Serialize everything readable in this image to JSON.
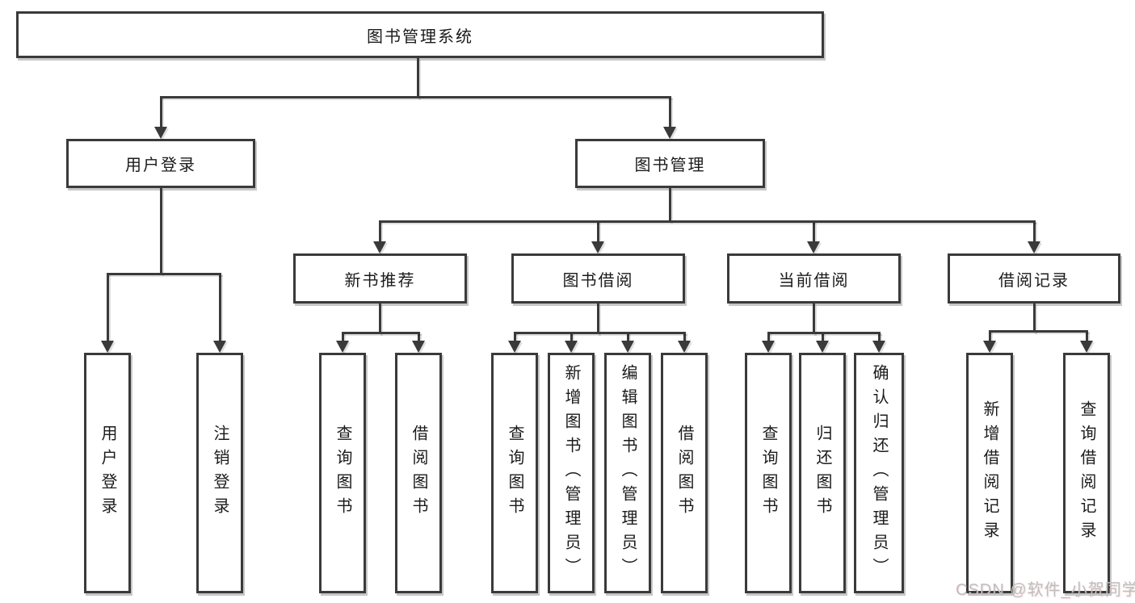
{
  "diagram": {
    "type": "hierarchy-tree",
    "tree": {
      "root": "图书管理系统",
      "children": [
        {
          "label": "用户登录",
          "children": [
            "用户登录",
            "注销登录"
          ]
        },
        {
          "label": "图书管理",
          "children": [
            {
              "label": "新书推荐",
              "children": [
                "查询图书",
                "借阅图书"
              ]
            },
            {
              "label": "图书借阅",
              "children": [
                "查询图书",
                "新增图书（管理员）",
                "编辑图书（管理员）",
                "借阅图书"
              ]
            },
            {
              "label": "当前借阅",
              "children": [
                "查询图书",
                "归还图书",
                "确认归还（管理员）"
              ]
            },
            {
              "label": "借阅记录",
              "children": [
                "新增借阅记录",
                "查询借阅记录"
              ]
            }
          ]
        }
      ]
    },
    "colors": {
      "line": "#3a3a3a",
      "text": "#1b1b1b",
      "background": "#ffffff",
      "watermark": "#bfbfbf"
    }
  },
  "watermark": {
    "text": "CSDN @软件_小贺同学"
  }
}
